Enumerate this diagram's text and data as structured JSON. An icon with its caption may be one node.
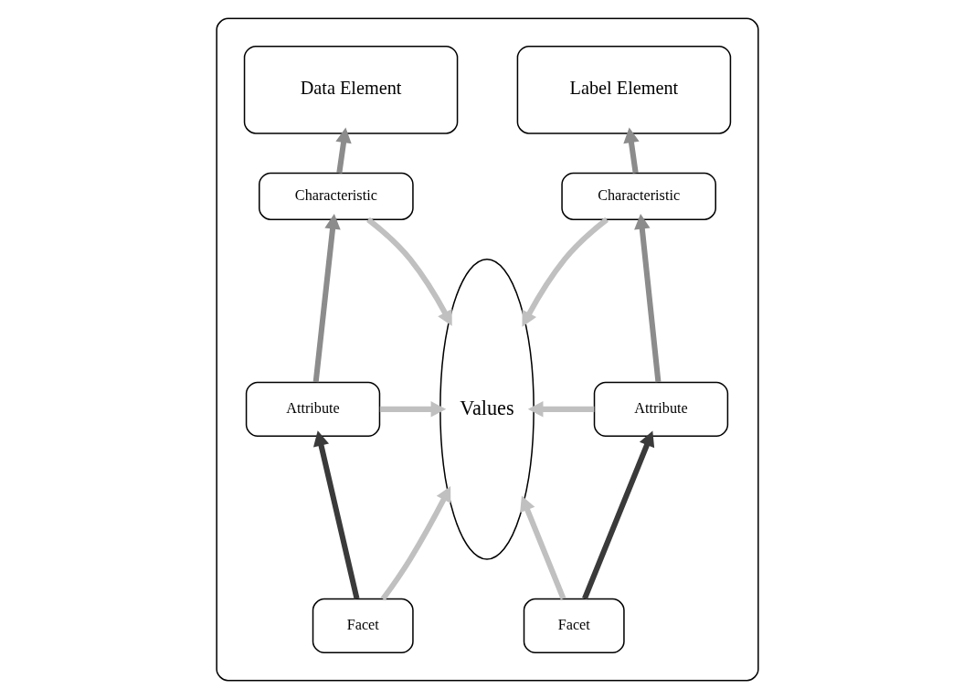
{
  "diagram": {
    "nodes": [
      {
        "text": [],
        "shape": "box"
      },
      {
        "text": [
          "Label Element"
        ],
        "in": 0
      },
      {
        "text": [
          "Data Element"
        ],
        "in": 0
      },
      {
        "text": [
          "Characteristic"
        ],
        "in": 0
      },
      {
        "text": [
          "Values"
        ],
        "in": 0
      },
      {
        "text": [
          "Characteristic"
        ],
        "in": 0
      },
      {
        "text": [
          "Attribute"
        ],
        "in": 0
      },
      {
        "text": [
          "Attribute"
        ],
        "in": 0
      },
      {
        "text": [
          "Facet"
        ],
        "in": 0
      },
      {
        "text": [
          "Facet"
        ],
        "in": 0
      }
    ],
    "edges": [
      {
        "from": 3,
        "to": 1,
        "arrow": "to",
        "color": "#8c8c8c"
      },
      {
        "from": 5,
        "to": 2,
        "arrow": "to",
        "color": "#8c8c8c"
      },
      {
        "from": 3,
        "to": 4,
        "arrow": "to"
      },
      {
        "from": 5,
        "to": 4,
        "arrow": "to"
      },
      {
        "from": 6,
        "to": 3,
        "arrow": "to",
        "color": "#8c8c8c"
      },
      {
        "from": 7,
        "to": 5,
        "arrow": "to",
        "color": "#8c8c8c"
      },
      {
        "from": 6,
        "to": 4,
        "arrow": "to"
      },
      {
        "from": 7,
        "to": 4,
        "arrow": "to"
      },
      {
        "from": 8,
        "to": 6,
        "arrow": "to",
        "color": "#3a3a3a"
      },
      {
        "from": 9,
        "to": 7,
        "arrow": "to",
        "color": "#3a3a3a"
      },
      {
        "from": 8,
        "to": 4,
        "arrow": "to"
      },
      {
        "from": 9,
        "to": 4,
        "arrow": "to"
      }
    ]
  }
}
